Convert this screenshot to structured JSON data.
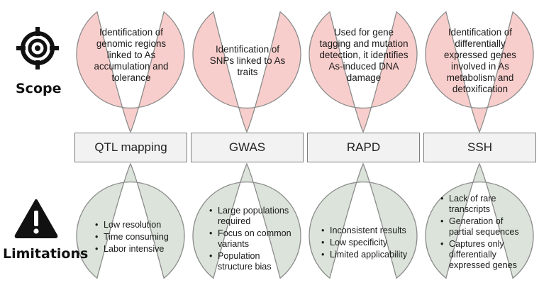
{
  "labels": {
    "scope": "Scope",
    "limitations": "Limitations"
  },
  "icons": {
    "scope": "target-icon",
    "limitations": "warning-icon"
  },
  "colors": {
    "scope_fill": "#f8cecc",
    "limitations_fill": "#dbe3da",
    "box_fill": "#f2f2f2",
    "outline": "#8c8c8c"
  },
  "methods": [
    {
      "name": "QTL mapping",
      "scope": "Identification of genomic regions linked to As accumulation and tolerance",
      "limitations": [
        "Low resolution",
        "Time consuming",
        "Labor intensive"
      ]
    },
    {
      "name": "GWAS",
      "scope": "Identification of SNPs linked to As traits",
      "limitations": [
        "Large populations required",
        "Focus on common variants",
        "Population structure bias"
      ]
    },
    {
      "name": "RAPD",
      "scope": "Used for gene tagging and mutation detection, it identifies As-induced DNA damage",
      "limitations": [
        "Inconsistent results",
        "Low specificity",
        "Limited applicability"
      ]
    },
    {
      "name": "SSH",
      "scope": "Identification of differentially expressed genes involved in As metabolism and detoxification",
      "limitations": [
        "Lack of rare transcripts",
        "Generation of partial sequences",
        "Captures only differentially expressed genes"
      ]
    }
  ]
}
